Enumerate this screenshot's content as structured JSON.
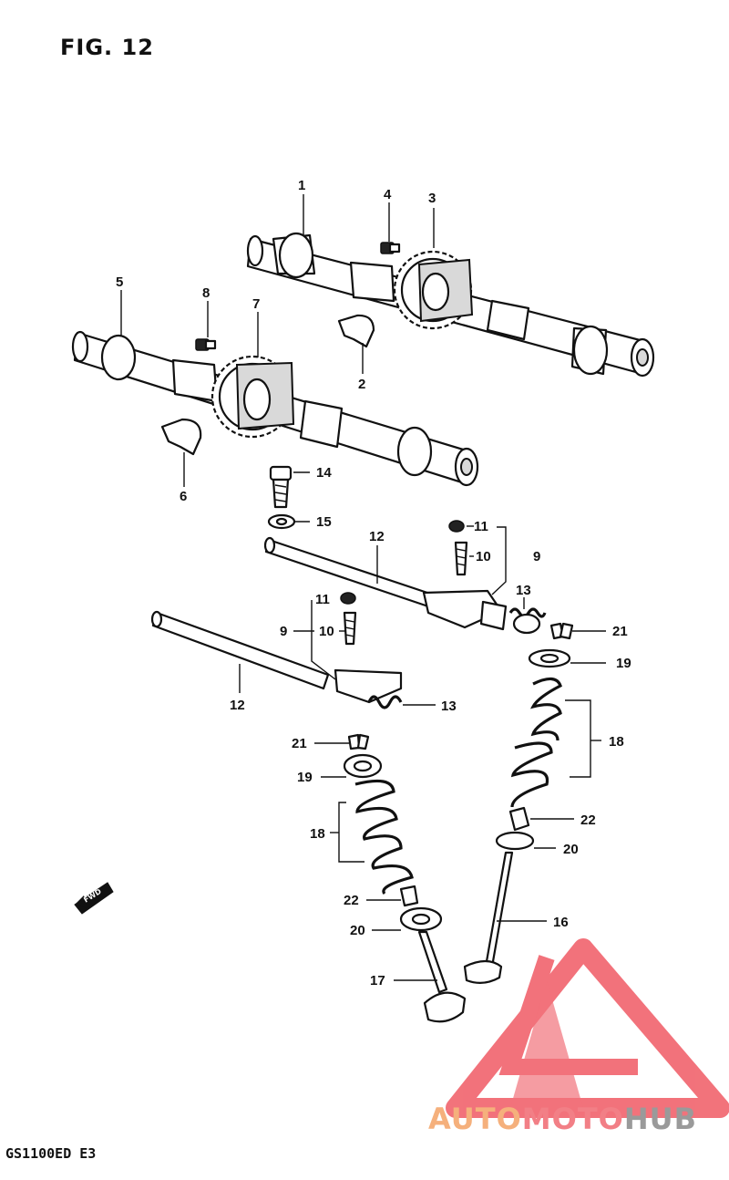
{
  "figure": {
    "title": "FIG. 12",
    "model": "GS1100ED E3",
    "fwd_label": "FWD"
  },
  "callouts": {
    "p1": "1",
    "p2": "2",
    "p3": "3",
    "p4": "4",
    "p5": "5",
    "p6": "6",
    "p7": "7",
    "p8": "8",
    "p9a": "9",
    "p9b": "9",
    "p10a": "10",
    "p10b": "10",
    "p11a": "11",
    "p11b": "11",
    "p12a": "12",
    "p12b": "12",
    "p13a": "13",
    "p13b": "13",
    "p14": "14",
    "p15": "15",
    "p16": "16",
    "p17": "17",
    "p18a": "18",
    "p18b": "18",
    "p19a": "19",
    "p19b": "19",
    "p20a": "20",
    "p20b": "20",
    "p21a": "21",
    "p21b": "21",
    "p22a": "22",
    "p22b": "22"
  },
  "watermark": {
    "part1": "AUTO",
    "part2": "MOTO",
    "part3": "HUB",
    "colors": {
      "triangle": "#f05a64",
      "auto": "#f5b07c",
      "moto": "#f27f86",
      "hub": "#9a9a9a"
    }
  }
}
